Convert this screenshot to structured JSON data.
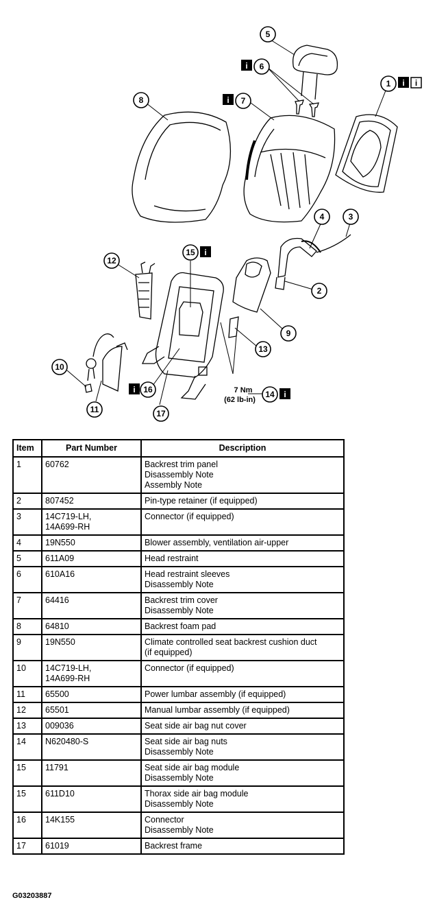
{
  "diagram": {
    "callouts": [
      "1",
      "2",
      "3",
      "4",
      "5",
      "6",
      "7",
      "8",
      "9",
      "10",
      "11",
      "12",
      "13",
      "14",
      "15",
      "16",
      "17"
    ],
    "info_icon": "i",
    "torque": {
      "nm": "7 Nm",
      "lbin": "(62 lb-in)"
    }
  },
  "table": {
    "headers": {
      "item": "Item",
      "part": "Part Number",
      "desc": "Description"
    },
    "rows": [
      {
        "item": "1",
        "part": [
          "60762"
        ],
        "desc": [
          "Backrest trim panel",
          "Disassembly Note",
          "Assembly Note"
        ]
      },
      {
        "item": "2",
        "part": [
          "807452"
        ],
        "desc": [
          "Pin-type retainer (if equipped)"
        ]
      },
      {
        "item": "3",
        "part": [
          "14C719-LH,",
          "14A699-RH"
        ],
        "desc": [
          "Connector (if equipped)"
        ]
      },
      {
        "item": "4",
        "part": [
          "19N550"
        ],
        "desc": [
          "Blower assembly, ventilation air-upper"
        ]
      },
      {
        "item": "5",
        "part": [
          "611A09"
        ],
        "desc": [
          "Head restraint"
        ]
      },
      {
        "item": "6",
        "part": [
          "610A16"
        ],
        "desc": [
          "Head restraint sleeves",
          "Disassembly Note"
        ]
      },
      {
        "item": "7",
        "part": [
          "64416"
        ],
        "desc": [
          "Backrest trim cover",
          "Disassembly Note"
        ]
      },
      {
        "item": "8",
        "part": [
          "64810"
        ],
        "desc": [
          "Backrest foam pad"
        ]
      },
      {
        "item": "9",
        "part": [
          "19N550"
        ],
        "desc": [
          "Climate controlled seat backrest cushion duct",
          "(if equipped)"
        ]
      },
      {
        "item": "10",
        "part": [
          "14C719-LH,",
          "14A699-RH"
        ],
        "desc": [
          "Connector (if equipped)"
        ]
      },
      {
        "item": "11",
        "part": [
          "65500"
        ],
        "desc": [
          "Power lumbar assembly (if equipped)"
        ]
      },
      {
        "item": "12",
        "part": [
          "65501"
        ],
        "desc": [
          "Manual lumbar assembly (if equipped)"
        ]
      },
      {
        "item": "13",
        "part": [
          "009036"
        ],
        "desc": [
          "Seat side air bag nut cover"
        ]
      },
      {
        "item": "14",
        "part": [
          "N620480-S"
        ],
        "desc": [
          "Seat side air bag nuts",
          "Disassembly Note"
        ]
      },
      {
        "item": "15",
        "part": [
          "11791"
        ],
        "desc": [
          "Seat side air bag module",
          "Disassembly Note"
        ]
      },
      {
        "item": "15",
        "part": [
          "611D10"
        ],
        "desc": [
          "Thorax side air bag module",
          "Disassembly Note"
        ]
      },
      {
        "item": "16",
        "part": [
          "14K155"
        ],
        "desc": [
          "Connector",
          "Disassembly Note"
        ]
      },
      {
        "item": "17",
        "part": [
          "61019"
        ],
        "desc": [
          "Backrest frame"
        ]
      }
    ]
  },
  "figure_id": "G03203887"
}
